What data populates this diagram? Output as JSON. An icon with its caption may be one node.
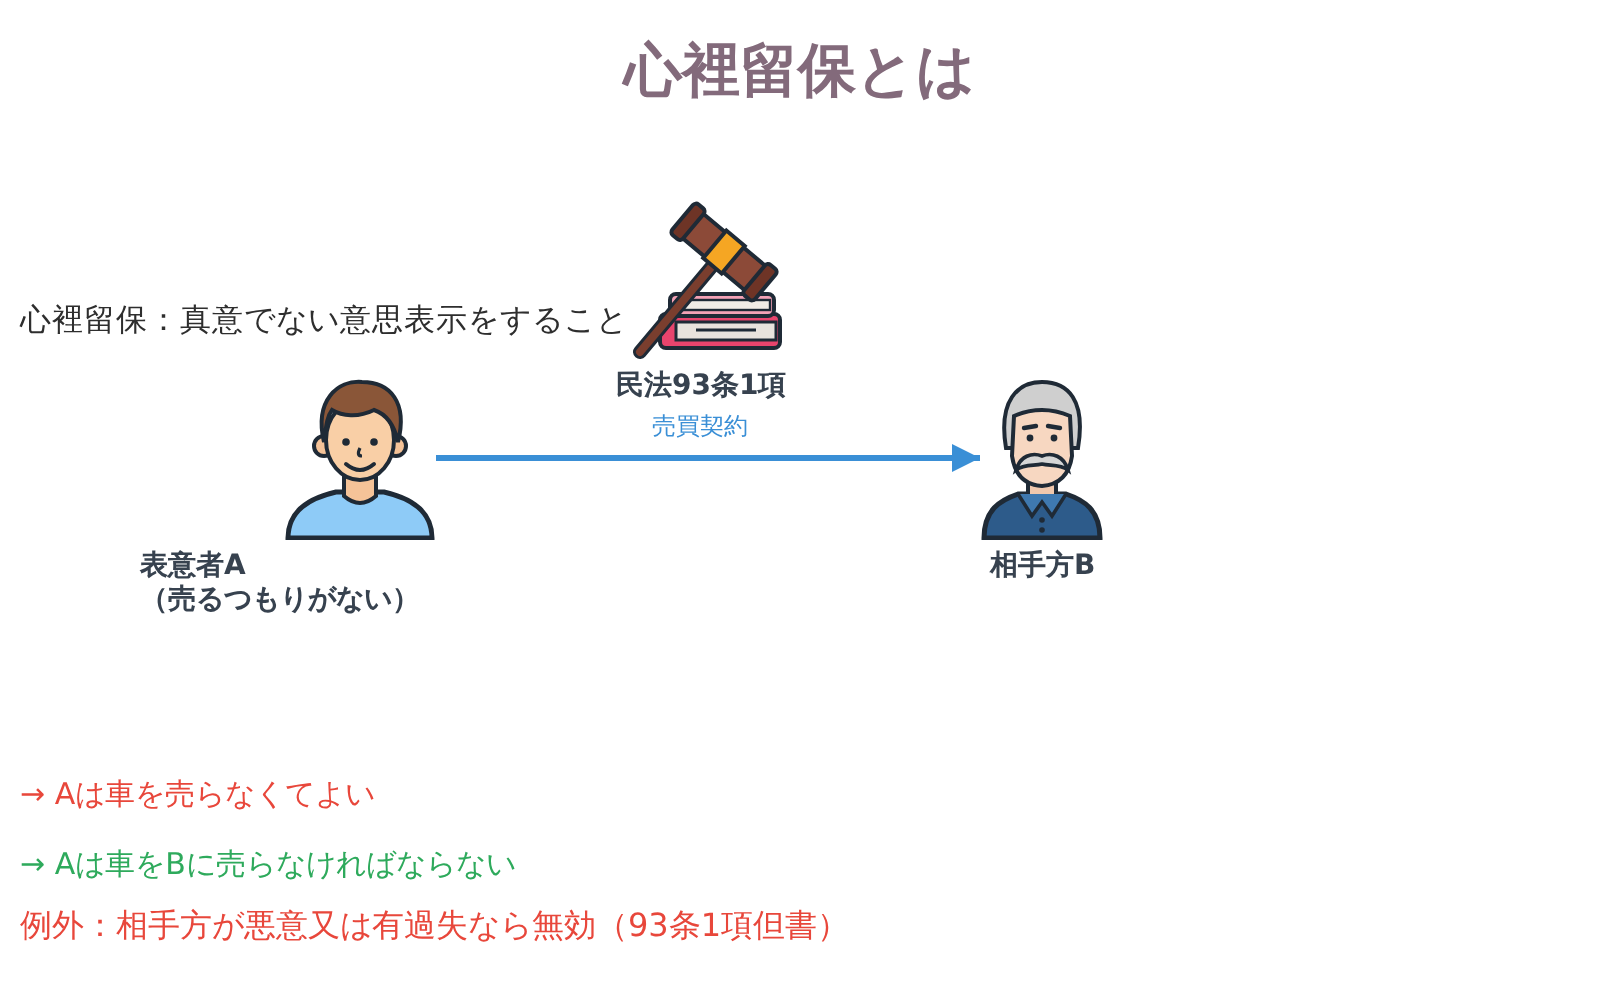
{
  "diagram": {
    "title": "心裡留保とは",
    "nodes": [
      {
        "text": [],
        "shape": "picture",
        "beside": [
          "民法93条1項"
        ]
      },
      {
        "text": [],
        "shape": "person",
        "beside": [
          "表意者A",
          "（売るつもりがない）"
        ]
      },
      {
        "text": [],
        "shape": "person",
        "beside": [
          "相手方B"
        ]
      }
    ],
    "edges": [
      {
        "from": 1,
        "to": 2,
        "arrow": "to",
        "label": "売買契約"
      }
    ],
    "labels": [
      "心裡留保：真意でない意思表示をすること",
      "→ Aは車を売らなくてよい",
      "→ Aは車をBに売らなければならない",
      "例外：相手方が悪意又は有過失なら無効（93条1項但書）"
    ]
  }
}
